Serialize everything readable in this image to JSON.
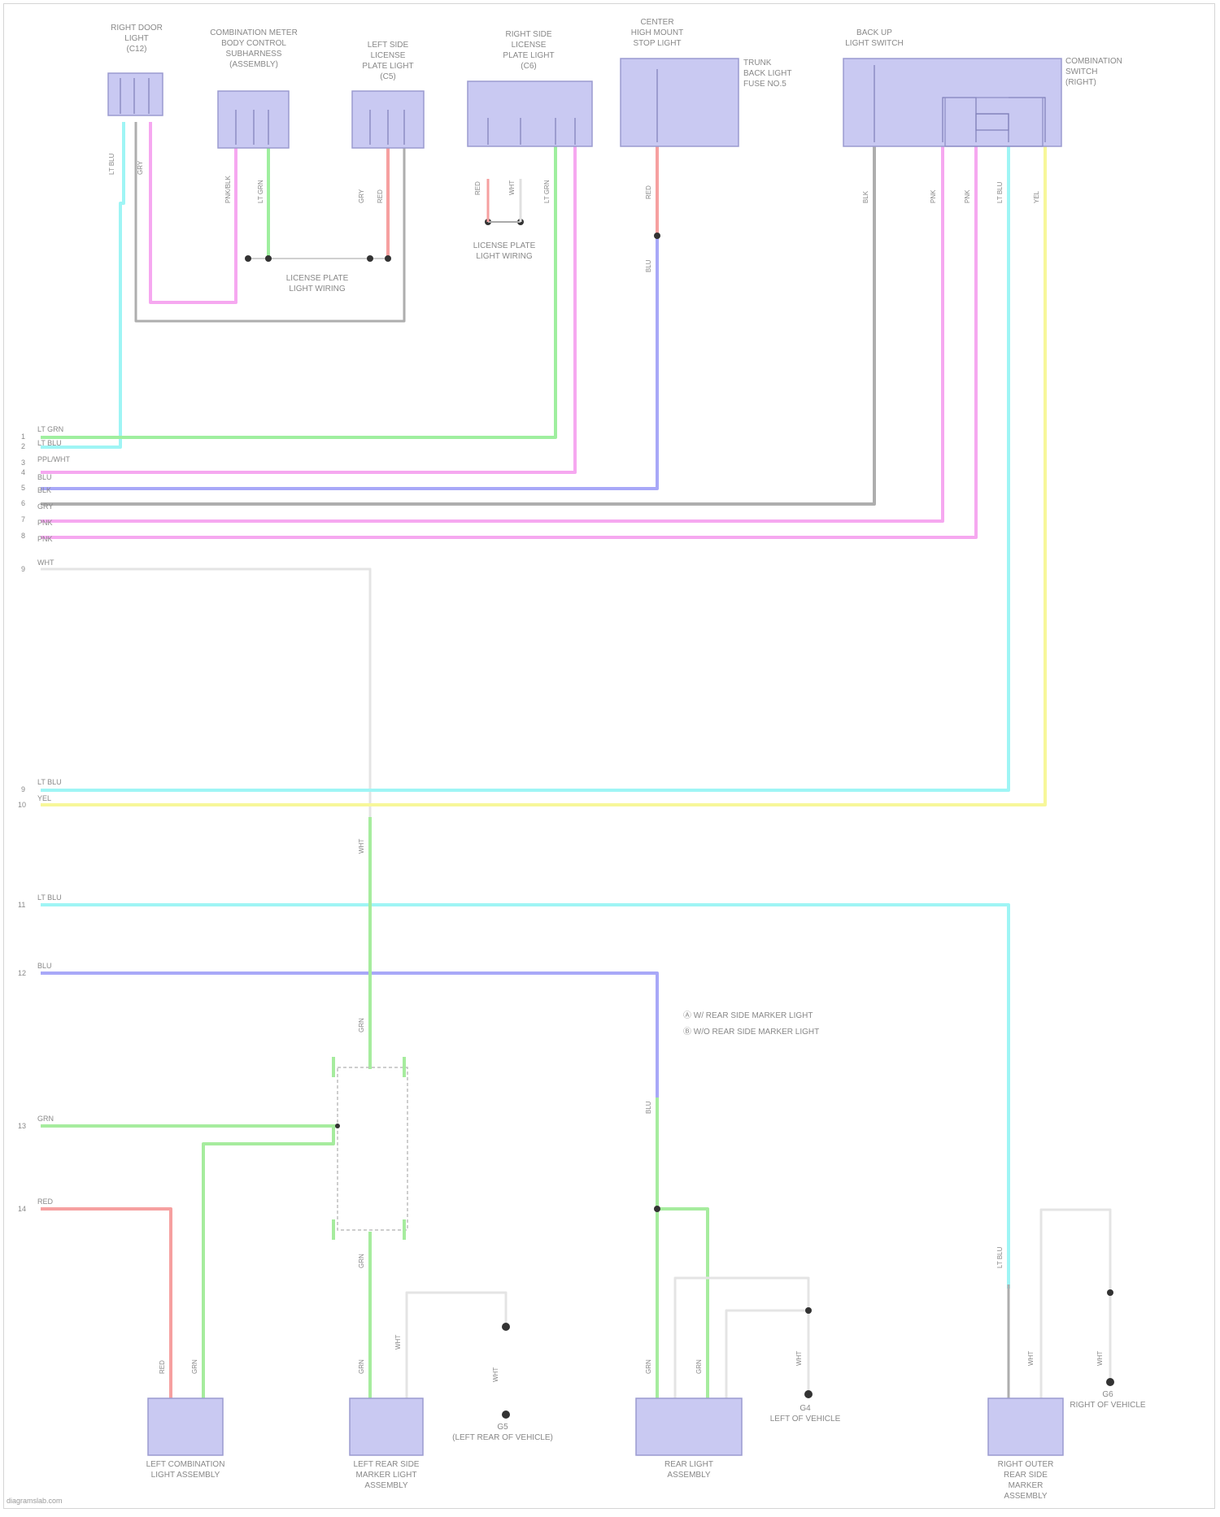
{
  "page": {
    "footer": "diagramslab.com"
  },
  "legend": {
    "items": [
      "Ⓐ W/ REAR SIDE MARKER LIGHT",
      "Ⓑ W/O REAR SIDE MARKER LIGHT"
    ]
  },
  "colors": {
    "lt_grn": "#9fef9f",
    "lt_blu": "#9ff5f5",
    "pnk": "#f6a8f0",
    "blu": "#a8a8f8",
    "gry": "#aeaeae",
    "red": "#f6a0a0",
    "yel": "#f7f79a",
    "grn": "#a6ec9e",
    "wht": "#e4e4e4",
    "component_fill": "#c9c9f2",
    "component_stroke": "#9b9bd0"
  },
  "components": [
    {
      "id": "c1",
      "label": [
        "RIGHT DOOR",
        "LIGHT",
        "(C12)"
      ]
    },
    {
      "id": "c2",
      "label": [
        "COMBINATION METER",
        "BODY CONTROL",
        "SUBHARNESS",
        "(ASSEMBLY)"
      ]
    },
    {
      "id": "c3",
      "label": [
        "LEFT SIDE",
        "LICENSE",
        "PLATE LIGHT",
        "(C5)"
      ]
    },
    {
      "id": "c4",
      "label": [
        "RIGHT SIDE",
        "LICENSE",
        "PLATE LIGHT",
        "(C6)"
      ]
    },
    {
      "id": "c5",
      "label": [
        "CENTER",
        "HIGH MOUNT",
        "STOP LIGHT"
      ]
    },
    {
      "id": "c6",
      "label": [
        "BACK UP",
        "LIGHT SWITCH"
      ]
    },
    {
      "id": "c7",
      "label": [
        "LEFT COMBINATION",
        "LIGHT ASSEMBLY"
      ]
    },
    {
      "id": "c8",
      "label": [
        "LEFT REAR SIDE",
        "MARKER LIGHT",
        "ASSEMBLY"
      ]
    },
    {
      "id": "c9",
      "label": [
        "REAR LIGHT",
        "ASSEMBLY"
      ]
    },
    {
      "id": "c10",
      "label": [
        "RIGHT OUTER",
        "REAR SIDE",
        "MARKER",
        "ASSEMBLY"
      ]
    }
  ],
  "junction_labels": [
    [
      "LICENSE PLATE",
      "LIGHT WIRING"
    ],
    [
      "LICENSE PLATE",
      "LIGHT WIRING"
    ]
  ],
  "ground_labels": [
    [
      "G5",
      "(LEFT REAR OF VEHICLE)"
    ],
    [
      "G4",
      "LEFT OF VEHICLE"
    ],
    [
      "G6",
      "RIGHT OF VEHICLE"
    ]
  ],
  "side_notes": [
    [
      "TRUNK",
      "BACK LIGHT",
      "FUSE NO.5"
    ],
    [
      "COMBINATION",
      "SWITCH",
      "(RIGHT)"
    ]
  ],
  "wire_rows": [
    {
      "num": "1",
      "code": "LT GRN"
    },
    {
      "num": "2",
      "code": "LT BLU"
    },
    {
      "num": "3",
      "code": "PPL/WHT"
    },
    {
      "num": "4",
      "code": "BLU"
    },
    {
      "num": "5",
      "code": "BLK"
    },
    {
      "num": "6",
      "code": "GRY"
    },
    {
      "num": "7",
      "code": "PNK"
    },
    {
      "num": "8",
      "code": "PNK"
    },
    {
      "num": "9",
      "code": "WHT"
    },
    {
      "num": "9",
      "code": "LT BLU"
    },
    {
      "num": "10",
      "code": "YEL"
    },
    {
      "num": "11",
      "code": "LT BLU"
    },
    {
      "num": "12",
      "code": "BLU"
    },
    {
      "num": "13",
      "code": "GRN"
    },
    {
      "num": "14",
      "code": "RED"
    }
  ]
}
